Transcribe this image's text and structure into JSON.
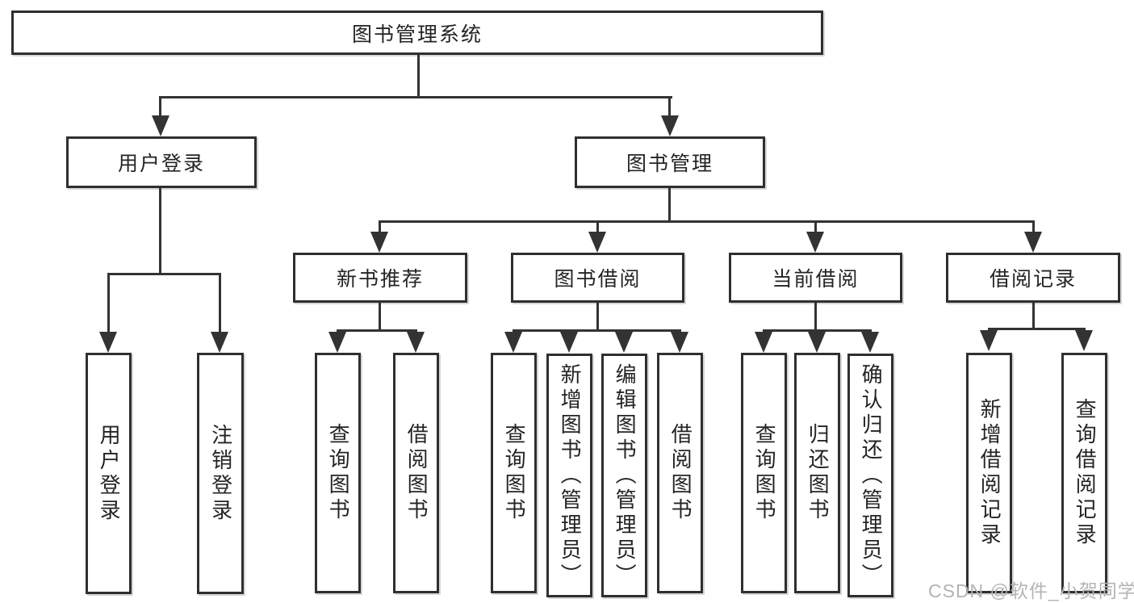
{
  "diagram": {
    "root": {
      "label": "图书管理系统"
    },
    "level2": {
      "user_login": {
        "label": "用户登录"
      },
      "book_mgmt": {
        "label": "图书管理"
      }
    },
    "level3": {
      "new_books": {
        "label": "新书推荐"
      },
      "book_borrow": {
        "label": "图书借阅"
      },
      "current_borrow": {
        "label": "当前借阅"
      },
      "borrow_records": {
        "label": "借阅记录"
      }
    },
    "children": {
      "user_login": [
        {
          "label": "用户登录"
        },
        {
          "label": "注销登录"
        }
      ],
      "new_books": [
        {
          "label": "查询图书"
        },
        {
          "label": "借阅图书"
        }
      ],
      "book_borrow": [
        {
          "label": "查询图书"
        },
        {
          "label": "新增图书（管理员）"
        },
        {
          "label": "编辑图书（管理员）"
        },
        {
          "label": "借阅图书"
        }
      ],
      "current_borrow": [
        {
          "label": "查询图书"
        },
        {
          "label": "归还图书"
        },
        {
          "label": "确认归还（管理员）"
        }
      ],
      "borrow_records": [
        {
          "label": "新增借阅记录"
        },
        {
          "label": "查询借阅记录"
        }
      ]
    }
  },
  "watermark": {
    "text": "CSDN @软件_小贺同学"
  },
  "colors": {
    "background": "#ffffff",
    "box_border": "#2f2f2f",
    "line": "#333333",
    "text": "#242424",
    "watermark": "#b4b4b4"
  }
}
